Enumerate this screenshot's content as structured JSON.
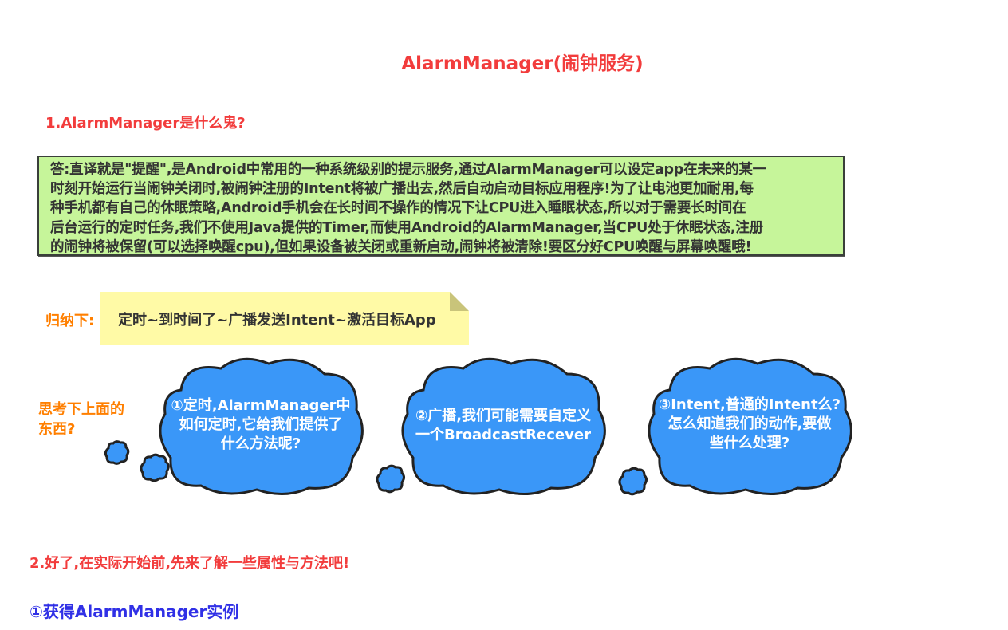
{
  "page_title": "AlarmManager(闹钟服务)",
  "section1": {
    "heading": "1.AlarmManager是什么鬼?",
    "answer_lines": [
      "答:直译就是\"提醒\",是Android中常用的一种系统级别的提示服务,通过AlarmManager可以设定app在未来的某一",
      "时刻开始运行当闹钟关闭时,被闹钟注册的Intent将被广播出去,然后自动启动目标应用程序!为了让电池更加耐用,每",
      "种手机都有自己的休眠策略,Android手机会在长时间不操作的情况下让CPU进入睡眠状态,所以对于需要长时间在",
      "后台运行的定时任务,我们不使用Java提供的Timer,而使用Android的AlarmManager,当CPU处于休眠状态,注册",
      "的闹钟将被保留(可以选择唤醒cpu),但如果设备被关闭或重新启动,闹钟将被清除!要区分好CPU唤醒与屏幕唤醒哦!"
    ],
    "answer_bg": "#c6f59a"
  },
  "summary": {
    "label": "归纳下:",
    "note_text": "定时~到时间了~广播发送Intent~激活目标App",
    "note_bg": "#fffaa6"
  },
  "think": {
    "label_lines": [
      "思考下上面的",
      "东西?"
    ],
    "clouds": [
      {
        "lines": [
          "①定时,AlarmManager中",
          "如何定时,它给我们提供了",
          "什么方法呢?"
        ]
      },
      {
        "lines": [
          "②广播,我们可能需要自定义",
          "一个BroadcastRecever"
        ]
      },
      {
        "lines": [
          "③Intent,普通的Intent么?",
          "怎么知道我们的动作,要做",
          "些什么处理?"
        ]
      }
    ],
    "cloud_color": "#3a97f8"
  },
  "section2": {
    "heading": "2.好了,在实际开始前,先来了解一些属性与方法吧!",
    "subheading": "①获得AlarmManager实例"
  },
  "colors": {
    "heading_red": "#f23c3c",
    "accent_orange": "#ff7f00",
    "sub_blue": "#3030e6"
  }
}
